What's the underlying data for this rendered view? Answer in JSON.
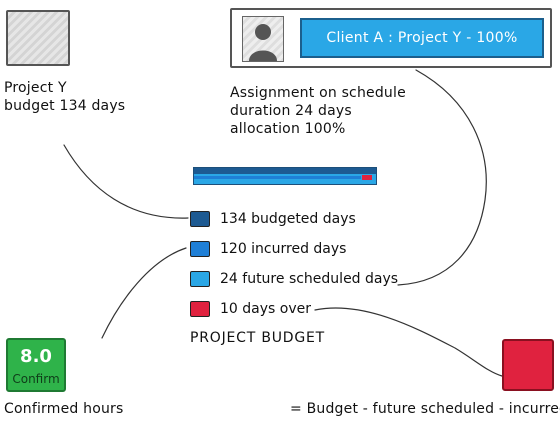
{
  "project_note": {
    "line1": "Project Y",
    "line2": "budget 134 days"
  },
  "client_banner": {
    "text": "Client A : Project Y - 100%"
  },
  "assignment_note": {
    "line1": "Assignment on schedule",
    "line2": "duration 24 days",
    "line3": "allocation 100%"
  },
  "legend": [
    {
      "label": "134 budgeted days",
      "color": "#1d5a92"
    },
    {
      "label": "120 incurred days",
      "color": "#1f7fd6"
    },
    {
      "label": "24 future scheduled days",
      "color": "#2aa7e6"
    },
    {
      "label": "10 days over",
      "color": "#e0223f"
    }
  ],
  "project_budget_title": "PROJECT BUDGET",
  "confirmed": {
    "value": "8.0",
    "status": "Confirm",
    "caption": "Confirmed hours"
  },
  "formula": {
    "text": "= Budget - future scheduled - incurred"
  },
  "colors": {
    "budget_navy": "#1d5a92",
    "incurred_blue": "#1f7fd6",
    "future_cyan": "#2aa7e6",
    "over_red": "#e0223f",
    "confirm_green": "#2fb34a"
  }
}
